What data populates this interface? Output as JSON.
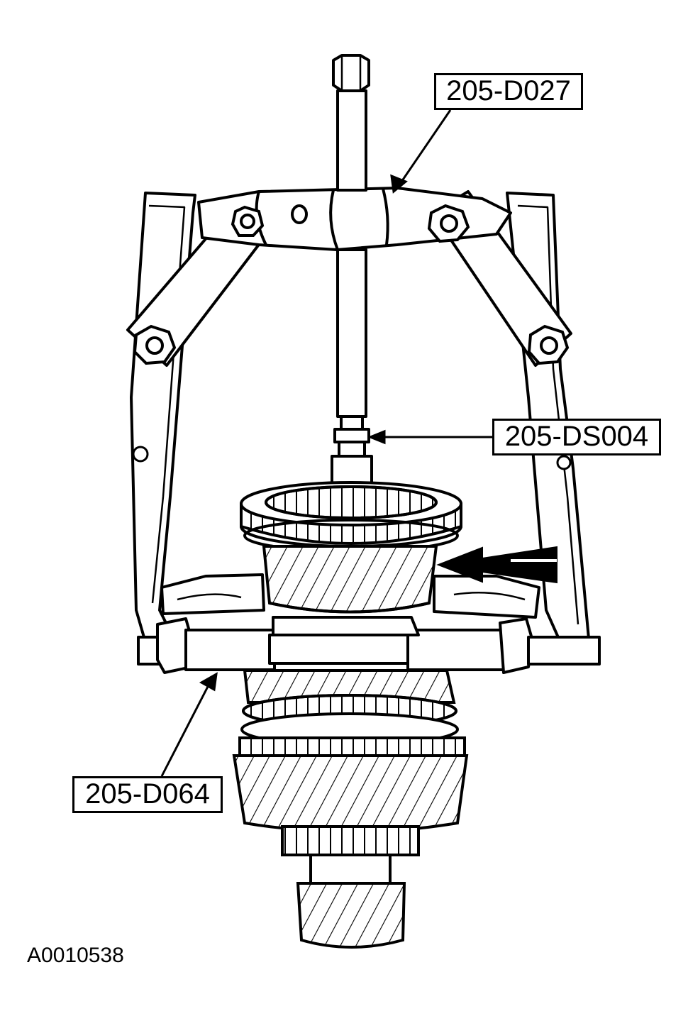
{
  "callouts": {
    "puller": "205-D027",
    "adapter": "205-DS004",
    "separator_plate": "205-D064"
  },
  "figure_id": "A0010538",
  "colors": {
    "line": "#000000",
    "background": "#ffffff"
  }
}
